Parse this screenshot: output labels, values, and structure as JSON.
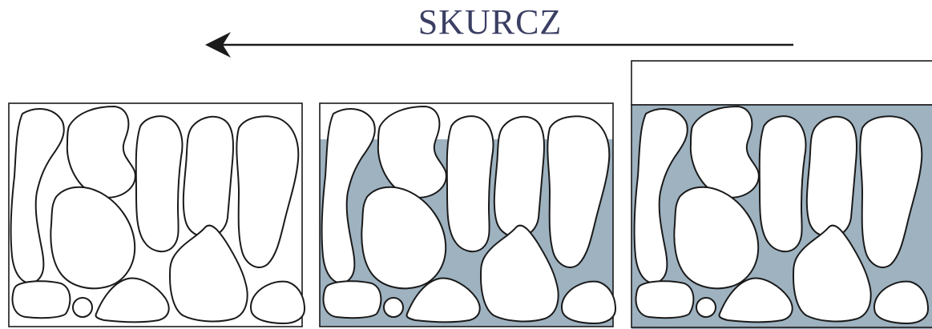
{
  "title": "SKURCZ",
  "colors": {
    "water": "#9eb2c0",
    "title_text": "#3b3f63",
    "outline": "#1a1a1a",
    "grain_fill": "#ffffff"
  },
  "arrow": {
    "direction": "left"
  },
  "panels": [
    {
      "name": "dry",
      "filled": false
    },
    {
      "name": "partially-saturated",
      "filled": true
    },
    {
      "name": "fully-saturated-swollen",
      "filled": true
    }
  ]
}
